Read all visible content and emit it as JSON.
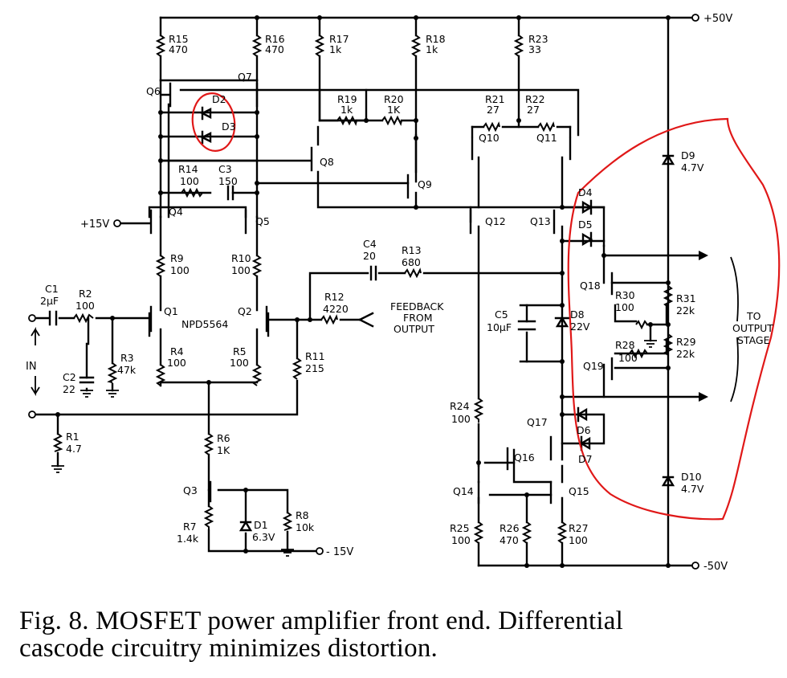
{
  "figure": {
    "caption_line1": "Fig. 8. MOSFET power amplifier front end. Differential",
    "caption_line2": "cascode circuitry minimizes distortion."
  },
  "rails": {
    "pos": "+50V",
    "neg": "-50V",
    "p15": "+15V",
    "n15": "- 15V"
  },
  "labels": {
    "in": "IN",
    "feedback1": "FEEDBACK",
    "feedback2": "FROM",
    "feedback3": "OUTPUT",
    "to1": "TO",
    "to2": "OUTPUT",
    "to3": "STAGE",
    "npd": "NPD5564"
  },
  "resistors": {
    "R15": [
      "R15",
      "470"
    ],
    "R16": [
      "R16",
      "470"
    ],
    "R17": [
      "R17",
      "1k"
    ],
    "R18": [
      "R18",
      "1k"
    ],
    "R23": [
      "R23",
      "33"
    ],
    "R19": [
      "R19",
      "1k"
    ],
    "R20": [
      "R20",
      "1K"
    ],
    "R21": [
      "R21",
      "27"
    ],
    "R22": [
      "R22",
      "27"
    ],
    "R14": [
      "R14",
      "100"
    ],
    "R9": [
      "R9",
      "100"
    ],
    "R10": [
      "R10",
      "100"
    ],
    "R13": [
      "R13",
      "680"
    ],
    "R12": [
      "R12",
      "4220"
    ],
    "R2": [
      "R2",
      "100"
    ],
    "R3": [
      "R3",
      "47k"
    ],
    "R4": [
      "R4",
      "100"
    ],
    "R5": [
      "R5",
      "100"
    ],
    "R11": [
      "R11",
      "215"
    ],
    "R1": [
      "R1",
      "4.7"
    ],
    "R6": [
      "R6",
      "1K"
    ],
    "R7": [
      "R7",
      "1.4k"
    ],
    "R8": [
      "R8",
      "10k"
    ],
    "R24": [
      "R24",
      "100"
    ],
    "R25": [
      "R25",
      "100"
    ],
    "R26": [
      "R26",
      "470"
    ],
    "R27": [
      "R27",
      "100"
    ],
    "R30": [
      "R30",
      "100"
    ],
    "R28": [
      "R28",
      "100"
    ],
    "R31": [
      "R31",
      "22k"
    ],
    "R29": [
      "R29",
      "22k"
    ]
  },
  "capacitors": {
    "C3": [
      "C3",
      "150"
    ],
    "C4": [
      "C4",
      "20"
    ],
    "C1": [
      "C1",
      "2µF"
    ],
    "C2": [
      "C2",
      "22"
    ],
    "C5": [
      "C5",
      "10µF"
    ]
  },
  "transistors": {
    "Q1": "Q1",
    "Q2": "Q2",
    "Q3": "Q3",
    "Q4": "Q4",
    "Q5": "Q5",
    "Q6": "Q6",
    "Q7": "Q7",
    "Q8": "Q8",
    "Q9": "Q9",
    "Q10": "Q10",
    "Q11": "Q11",
    "Q12": "Q12",
    "Q13": "Q13",
    "Q14": "Q14",
    "Q15": "Q15",
    "Q16": "Q16",
    "Q17": "Q17",
    "Q18": "Q18",
    "Q19": "Q19"
  },
  "diodes": {
    "D1": [
      "D1",
      "6.3V"
    ],
    "D2": [
      "D2",
      ""
    ],
    "D3": [
      "D3",
      ""
    ],
    "D4": [
      "D4",
      ""
    ],
    "D5": [
      "D5",
      ""
    ],
    "D6": [
      "D6",
      ""
    ],
    "D7": [
      "D7",
      ""
    ],
    "D8": [
      "D8",
      "22V"
    ],
    "D9": [
      "D9",
      "4.7V"
    ],
    "D10": [
      "D10",
      "4.7V"
    ]
  },
  "annotation_color": "#e01818"
}
